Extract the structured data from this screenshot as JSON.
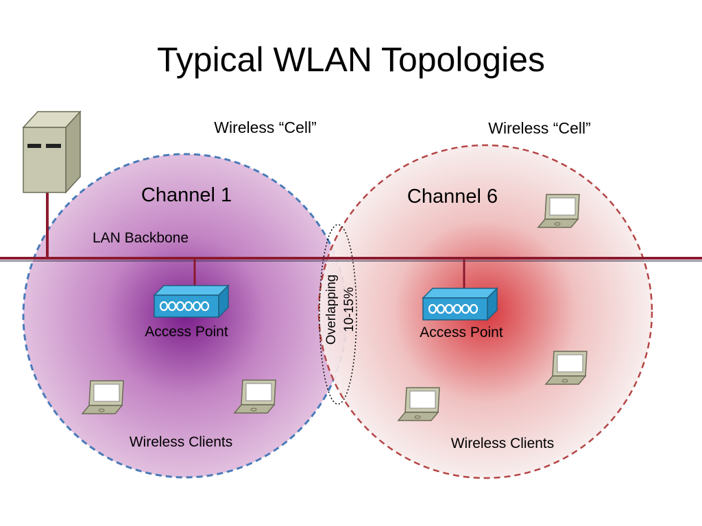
{
  "title": "Typical WLAN Topologies",
  "cells": [
    {
      "label": "Wireless “Cell”",
      "channel": "Channel 1",
      "ap_label": "Access Point",
      "clients_label": "Wireless Clients",
      "fill_color": "#e2c0df",
      "center_color": "#7c1f8c",
      "border_color": "#4a7ab8"
    },
    {
      "label": "Wireless “Cell”",
      "channel": "Channel 6",
      "ap_label": "Access Point",
      "clients_label": "Wireless Clients",
      "fill_color": "#f7ecec",
      "center_color": "#d3242a",
      "border_color": "#b44444"
    }
  ],
  "backbone_label": "LAN Backbone",
  "overlap": {
    "line1": "Overlapping",
    "line2": "10-15%"
  },
  "colors": {
    "backbone": "#8b1a2e",
    "ap_body": "#2f9fd4",
    "ap_top": "#58c0ec",
    "server": "#c8c8b0"
  },
  "icons": [
    "server-icon",
    "access-point-icon",
    "laptop-icon"
  ]
}
